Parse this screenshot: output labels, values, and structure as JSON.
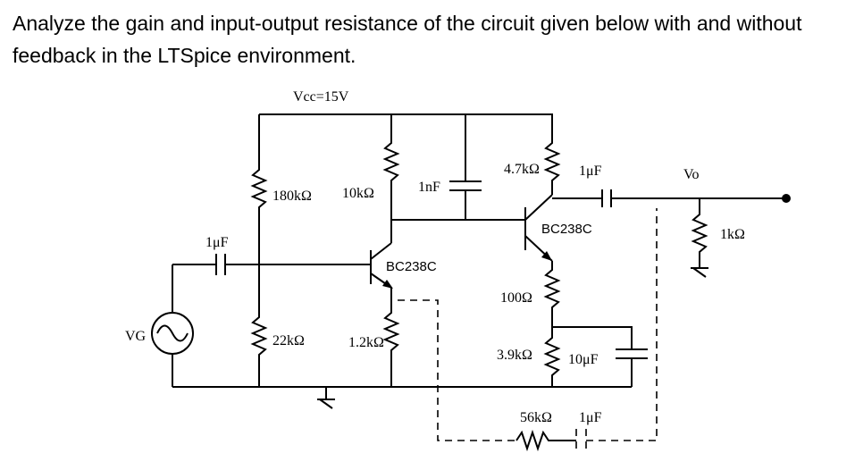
{
  "question": "Analyze the gain and input-output resistance of the circuit given below with and without feedback in the LTSpice environment.",
  "labels": {
    "vcc": "Vcc=15V",
    "vg": "VG",
    "vo": "Vo",
    "c_in": "1μF",
    "r_180k": "180kΩ",
    "r_10k": "10kΩ",
    "c_1n": "1nF",
    "r_47k": "4.7kΩ",
    "c_out": "1μF",
    "r_load": "1kΩ",
    "q1": "BC238C",
    "q2": "BC238C",
    "r_22k": "22kΩ",
    "r_12k": "1.2kΩ",
    "r_100": "100Ω",
    "r_39k": "3.9kΩ",
    "c_10u": "10μF",
    "r_56k": "56kΩ",
    "c_fb": "1μF"
  }
}
